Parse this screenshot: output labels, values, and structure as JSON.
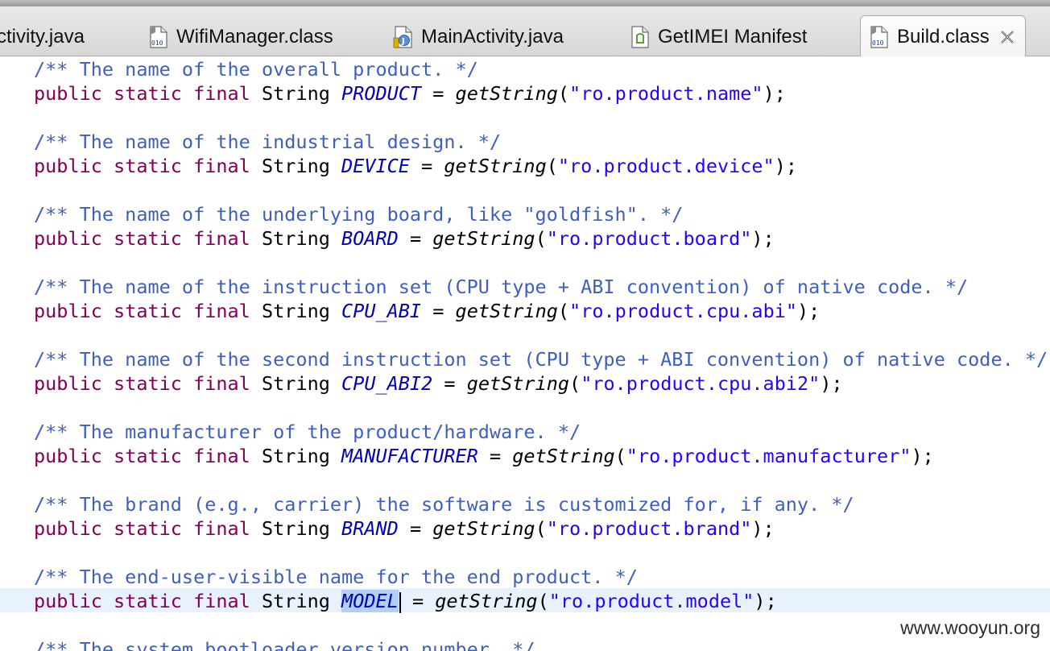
{
  "tabs": [
    {
      "label": "ctivity.java",
      "icon": "java-file-icon"
    },
    {
      "label": "WifiManager.class",
      "icon": "class-file-icon"
    },
    {
      "label": "MainActivity.java",
      "icon": "java-file-icon"
    },
    {
      "label": "GetIMEI Manifest",
      "icon": "android-manifest-icon"
    },
    {
      "label": "Build.class",
      "icon": "class-file-icon",
      "active": true
    }
  ],
  "code": {
    "kw_public": "public",
    "kw_static": "static",
    "kw_final": "final",
    "type_string": "String",
    "fn_getstring": "getString",
    "product": {
      "comment": "/** The name of the overall product. */",
      "name": "PRODUCT",
      "value": "\"ro.product.name\""
    },
    "device": {
      "comment": "/** The name of the industrial design. */",
      "name": "DEVICE",
      "value": "\"ro.product.device\""
    },
    "board": {
      "comment": "/** The name of the underlying board, like \"goldfish\". */",
      "name": "BOARD",
      "value": "\"ro.product.board\""
    },
    "cpu_abi": {
      "comment": "/** The name of the instruction set (CPU type + ABI convention) of native code. */",
      "name": "CPU_ABI",
      "value": "\"ro.product.cpu.abi\""
    },
    "cpu_abi2": {
      "comment": "/** The name of the second instruction set (CPU type + ABI convention) of native code. */",
      "name": "CPU_ABI2",
      "value": "\"ro.product.cpu.abi2\""
    },
    "manufacturer": {
      "comment": "/** The manufacturer of the product/hardware. */",
      "name": "MANUFACTURER",
      "value": "\"ro.product.manufacturer\""
    },
    "brand": {
      "comment": "/** The brand (e.g., carrier) the software is customized for, if any. */",
      "name": "BRAND",
      "value": "\"ro.product.brand\""
    },
    "model": {
      "comment": "/** The end-user-visible name for the end product. */",
      "name": "MODEL",
      "value": "\"ro.product.model\""
    },
    "bootloader_comment": "/** The system bootloader version number. */"
  },
  "watermark": "www.wooyun.org",
  "colors": {
    "comment": "#3f5fbf",
    "keyword": "#7f0055",
    "constant": "#0000c0",
    "string": "#2a00ff",
    "current_line": "#e8f2fe",
    "selection": "#b4cff5"
  }
}
